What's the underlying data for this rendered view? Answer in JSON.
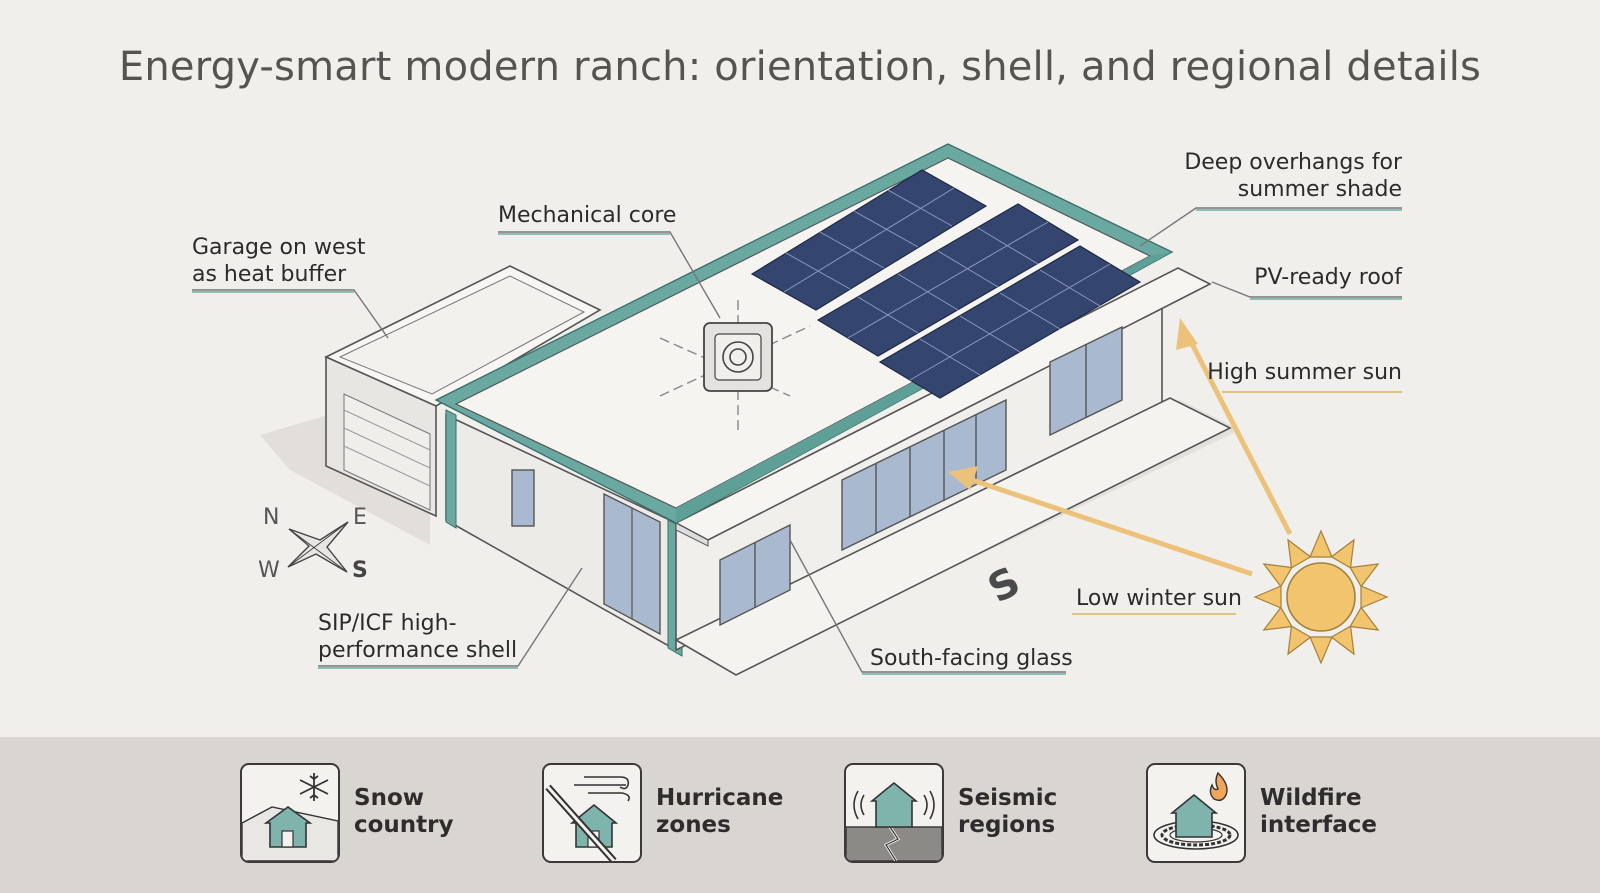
{
  "title": "Energy-smart modern ranch: orientation, shell, and regional details",
  "labels": {
    "garage": [
      "Garage on west",
      "as heat buffer"
    ],
    "mechanical": "Mechanical core",
    "overhangs": [
      "Deep overhangs for",
      "summer shade"
    ],
    "pv_roof": "PV-ready roof",
    "summer_sun": "High summer sun",
    "winter_sun": "Low winter sun",
    "south_glass": "South-facing glass",
    "shell": [
      "SIP/ICF high-",
      "performance shell"
    ]
  },
  "compass": {
    "n": "N",
    "e": "E",
    "w": "W",
    "s": "S"
  },
  "ground_letter": "S",
  "regions": [
    {
      "name": "snow",
      "line1": "Snow",
      "line2": "country",
      "icon": "snow-house-icon"
    },
    {
      "name": "hurricane",
      "line1": "Hurricane",
      "line2": "zones",
      "icon": "hurricane-house-icon"
    },
    {
      "name": "seismic",
      "line1": "Seismic",
      "line2": "regions",
      "icon": "seismic-house-icon"
    },
    {
      "name": "wildfire",
      "line1": "Wildfire",
      "line2": "interface",
      "icon": "wildfire-house-icon"
    }
  ],
  "colors": {
    "background": "#f1efeb",
    "band": "#d9d6d1",
    "insulation_teal": "#6aa9a1",
    "solar_panel": "#34466f",
    "sun": "#f2c46d",
    "sun_arrow": "#ecc27a",
    "leader_teal": "#8dbdb5",
    "leader_gold": "#e3c07c"
  }
}
